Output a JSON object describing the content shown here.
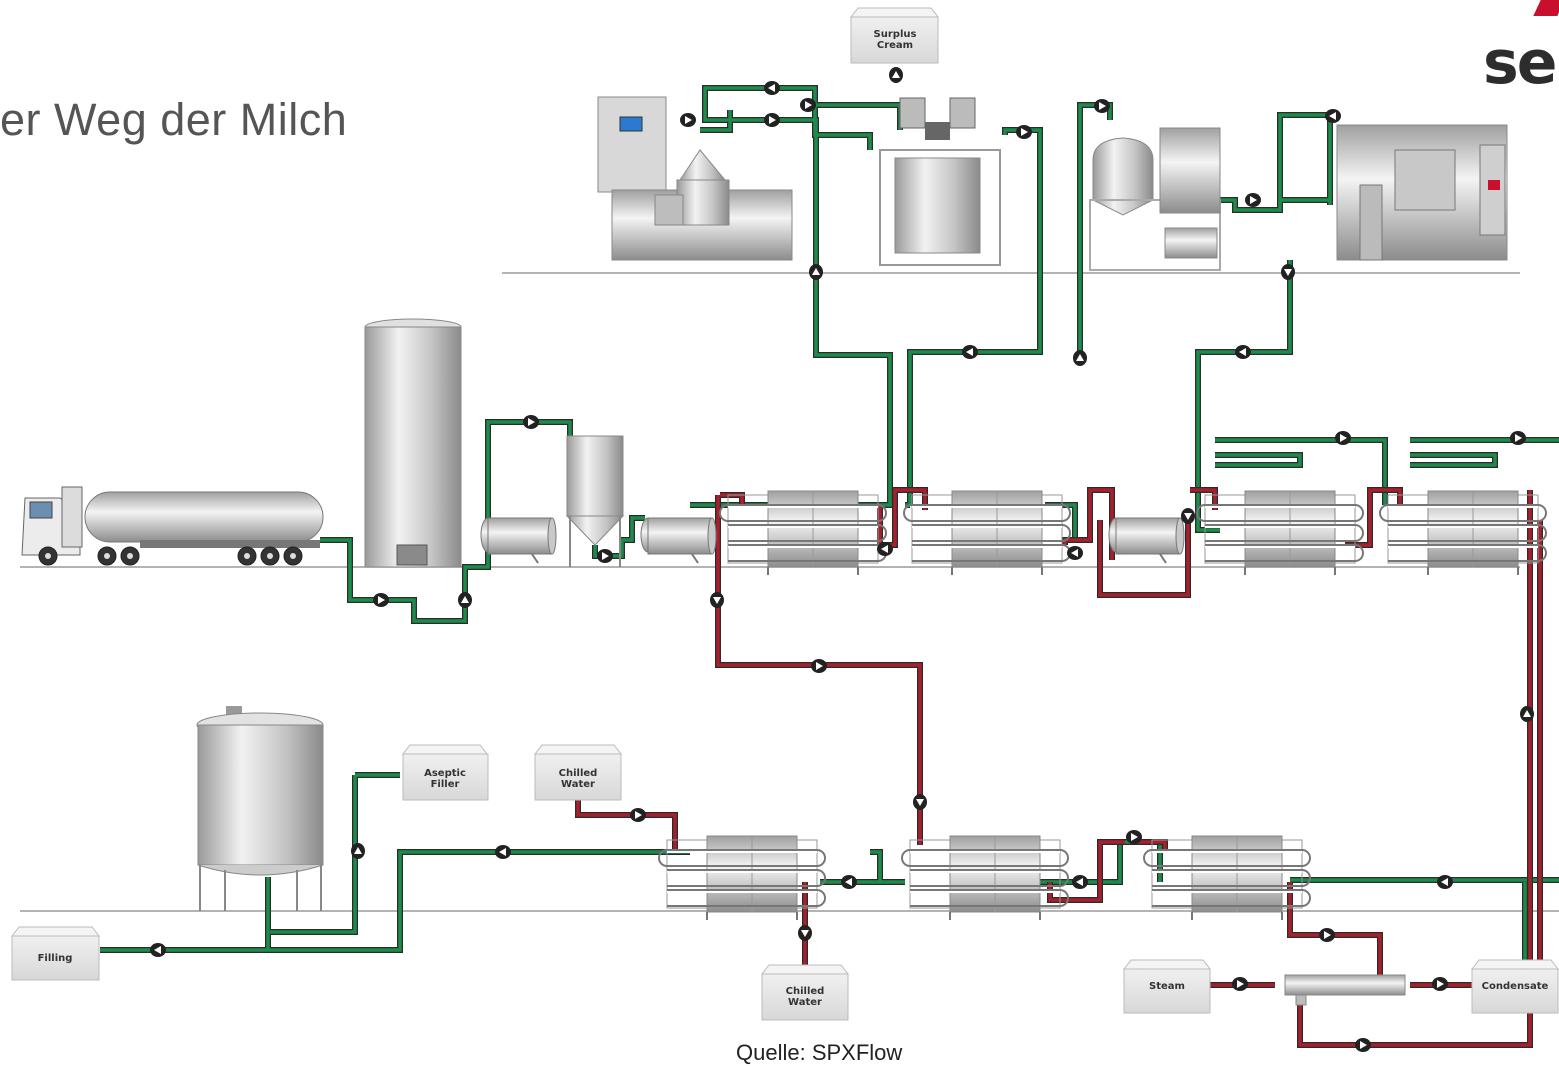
{
  "title": "er Weg der Milch",
  "logo": "se",
  "source": "Quelle: SPXFlow",
  "colors": {
    "product": "#1d8b4a",
    "heating": "#a8202c",
    "pipe_outline": "#333333",
    "box": "#e8e8e8",
    "floor": "#9a9a9a"
  },
  "boxes": {
    "surplus_cream": "Surplus Cream",
    "aseptic_filler": "Aseptic Filler",
    "chilled_water_in": "Chilled Water",
    "chilled_water_out": "Chilled Water",
    "filling": "Filling",
    "steam": "Steam",
    "condensate": "Condensate"
  },
  "icons": [
    "tanker-truck-icon",
    "silo-icon",
    "pump-icon",
    "conical-tank-icon",
    "plate-heat-exchanger-icon",
    "separator-icon",
    "standardisation-unit-icon",
    "homogeniser-icon",
    "storage-tank-icon",
    "steam-injector-icon",
    "flow-arrow-icon"
  ]
}
